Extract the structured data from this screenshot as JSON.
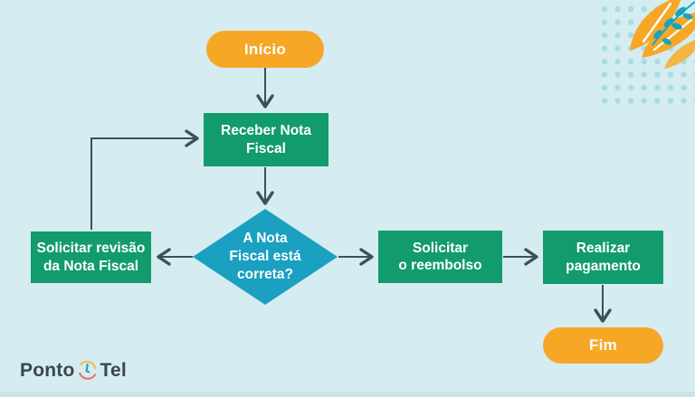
{
  "flowchart": {
    "nodes": {
      "start": {
        "label": "Início"
      },
      "receive": {
        "label": "Receber Nota\nFiscal"
      },
      "decision": {
        "label": "A Nota\nFiscal está\ncorreta?"
      },
      "revision": {
        "label": "Solicitar revisão\nda Nota Fiscal"
      },
      "refund": {
        "label": "Solicitar\no reembolso"
      },
      "payment": {
        "label": "Realizar\npagamento"
      },
      "end": {
        "label": "Fim"
      }
    },
    "icons": [
      "arrow-down-icon",
      "arrow-left-icon",
      "arrow-right-icon"
    ]
  },
  "logo": {
    "part1": "Ponto",
    "part2": "Tel",
    "icon": "clock-icon"
  },
  "colors": {
    "background": "#d5ecf1",
    "process_green": "#129b6c",
    "decision_teal": "#1aa0c0",
    "terminator_orange": "#f6a726",
    "connector": "#3f4f5a",
    "dots": "#a9dce4",
    "logo_text": "#3b464f"
  }
}
